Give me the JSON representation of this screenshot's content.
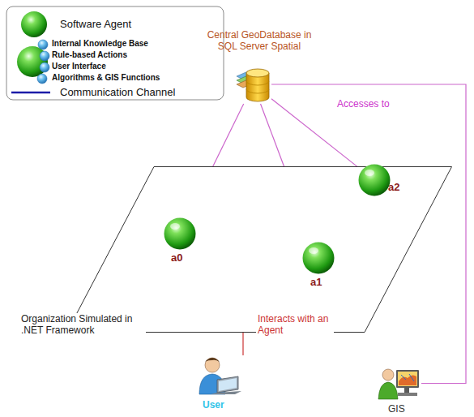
{
  "diagram": {
    "nodes": [
      {
        "text": [
          "Central GeoDatabase in SQL Server Spatial"
        ]
      },
      {
        "text": [
          "Organization Simulated in .NET Framework"
        ]
      },
      {
        "text": [
          "a2"
        ],
        "in": 1
      },
      {
        "text": [
          "a0"
        ],
        "in": 1
      },
      {
        "text": [
          "a1"
        ],
        "in": 1
      },
      {
        "text": [
          "User"
        ]
      },
      {
        "text": [
          "GIS"
        ]
      }
    ],
    "edges": [
      {
        "from": 3,
        "to": 2,
        "arrow": "none"
      },
      {
        "from": 3,
        "to": 4,
        "arrow": "none"
      },
      {
        "from": 4,
        "to": 2,
        "arrow": "none"
      },
      {
        "from": 0,
        "to": 3,
        "arrow": "none"
      },
      {
        "from": 0,
        "to": 4,
        "arrow": "none"
      },
      {
        "from": 0,
        "to": 2,
        "arrow": "none"
      },
      {
        "from": 0,
        "to": 6,
        "arrow": "none"
      },
      {
        "from": 5,
        "to": 1,
        "arrow": "none"
      }
    ],
    "labels": [
      "Accesses to",
      "Interacts with an Agent"
    ],
    "legend": [
      {
        "text": "Software Agent"
      },
      {
        "text": "Internal Knowledge Base"
      },
      {
        "text": "Rule-based Actions"
      },
      {
        "text": "User Interface"
      },
      {
        "text": "Algorithms & GIS Functions"
      },
      {
        "text": "Communication Channel"
      }
    ]
  }
}
